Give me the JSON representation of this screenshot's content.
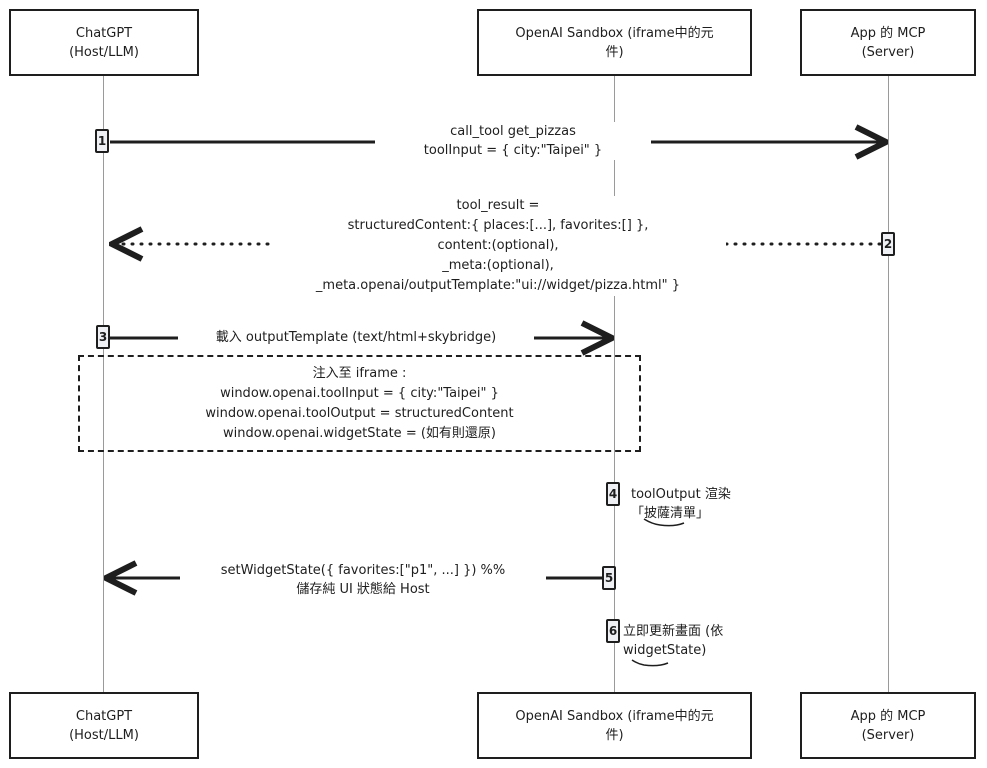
{
  "participants": [
    {
      "id": "host",
      "label": "ChatGPT\n(Host/LLM)"
    },
    {
      "id": "sandbox",
      "label": "OpenAI Sandbox (iframe中的元\n件)"
    },
    {
      "id": "server",
      "label": "App 的 MCP\n(Server)"
    }
  ],
  "steps": [
    {
      "num": "1",
      "from": "host",
      "to": "server",
      "style": "solid",
      "text": "call_tool get_pizzas\ntoolInput = { city:\"Taipei\" }"
    },
    {
      "num": "2",
      "from": "server",
      "to": "host",
      "style": "dotted",
      "text": "tool_result =\nstructuredContent:{ places:[...], favorites:[] },\ncontent:(optional),\n_meta:(optional),\n_meta.openai/outputTemplate:\"ui://widget/pizza.html\" }"
    },
    {
      "num": "3",
      "from": "host",
      "to": "sandbox",
      "style": "solid",
      "text": "載入 outputTemplate (text/html+skybridge)"
    },
    {
      "num": "4",
      "from": "sandbox",
      "to": "sandbox",
      "style": "self",
      "text": "toolOutput 渲染\n「披薩清單」"
    },
    {
      "num": "5",
      "from": "sandbox",
      "to": "host",
      "style": "solid",
      "text": "setWidgetState({ favorites:[\"p1\", ...] })  %%\n儲存純 UI 狀態給 Host"
    },
    {
      "num": "6",
      "from": "sandbox",
      "to": "sandbox",
      "style": "self",
      "text": "立即更新畫面 (依\nwidgetState)"
    }
  ],
  "note": {
    "lines": [
      "注入至 iframe :",
      "window.openai.toolInput = { city:\"Taipei\" }",
      "window.openai.toolOutput = structuredContent",
      "window.openai.widgetState = (如有則還原)"
    ]
  }
}
